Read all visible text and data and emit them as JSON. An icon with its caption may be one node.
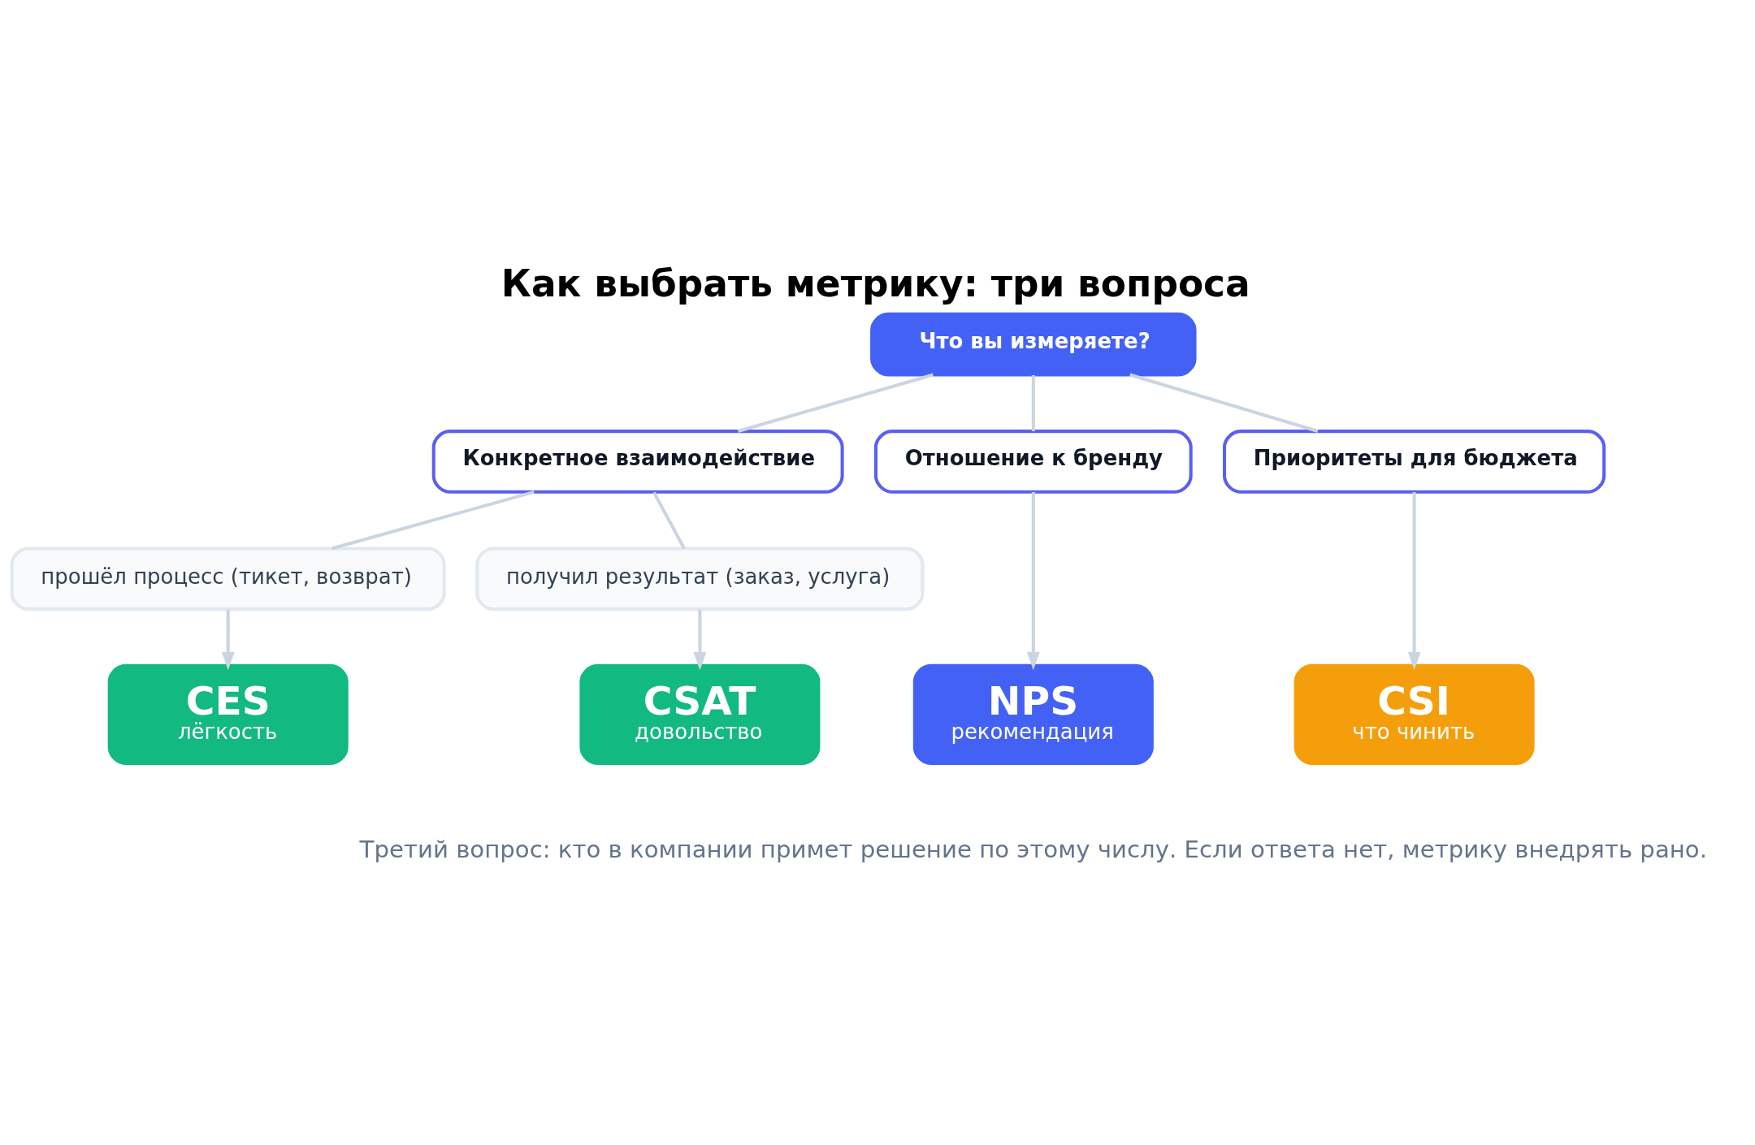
{
  "diagram": {
    "title": "Как выбрать метрику: три вопроса",
    "caption": "Третий вопрос: кто в компании примет решение по этому числу. Если ответа нет, метрику внедрять рано.",
    "nodes": [
      {
        "text": [
          "Что вы измеряете?"
        ]
      },
      {
        "text": [
          "Конкретное взаимодействие"
        ]
      },
      {
        "text": [
          "Отношение к бренду"
        ]
      },
      {
        "text": [
          "Приоритеты для бюджета"
        ]
      },
      {
        "text": [
          "прошёл процесс (тикет, возврат)"
        ]
      },
      {
        "text": [
          "получил результат (заказ, услуга)"
        ]
      },
      {
        "text": [
          "CES",
          "лёгкость"
        ]
      },
      {
        "text": [
          "CSAT",
          "довольство"
        ]
      },
      {
        "text": [
          "NPS",
          "рекомендация"
        ]
      },
      {
        "text": [
          "CSI",
          "что чинить"
        ]
      }
    ],
    "edges": [
      {
        "from": 0,
        "to": 1,
        "arrow": "none"
      },
      {
        "from": 0,
        "to": 2,
        "arrow": "none"
      },
      {
        "from": 0,
        "to": 3,
        "arrow": "none"
      },
      {
        "from": 1,
        "to": 4,
        "arrow": "none"
      },
      {
        "from": 1,
        "to": 5,
        "arrow": "none"
      },
      {
        "from": 4,
        "to": 6,
        "arrow": "to"
      },
      {
        "from": 5,
        "to": 7,
        "arrow": "to"
      },
      {
        "from": 2,
        "to": 8,
        "arrow": "to"
      },
      {
        "from": 3,
        "to": 9,
        "arrow": "to"
      }
    ]
  }
}
